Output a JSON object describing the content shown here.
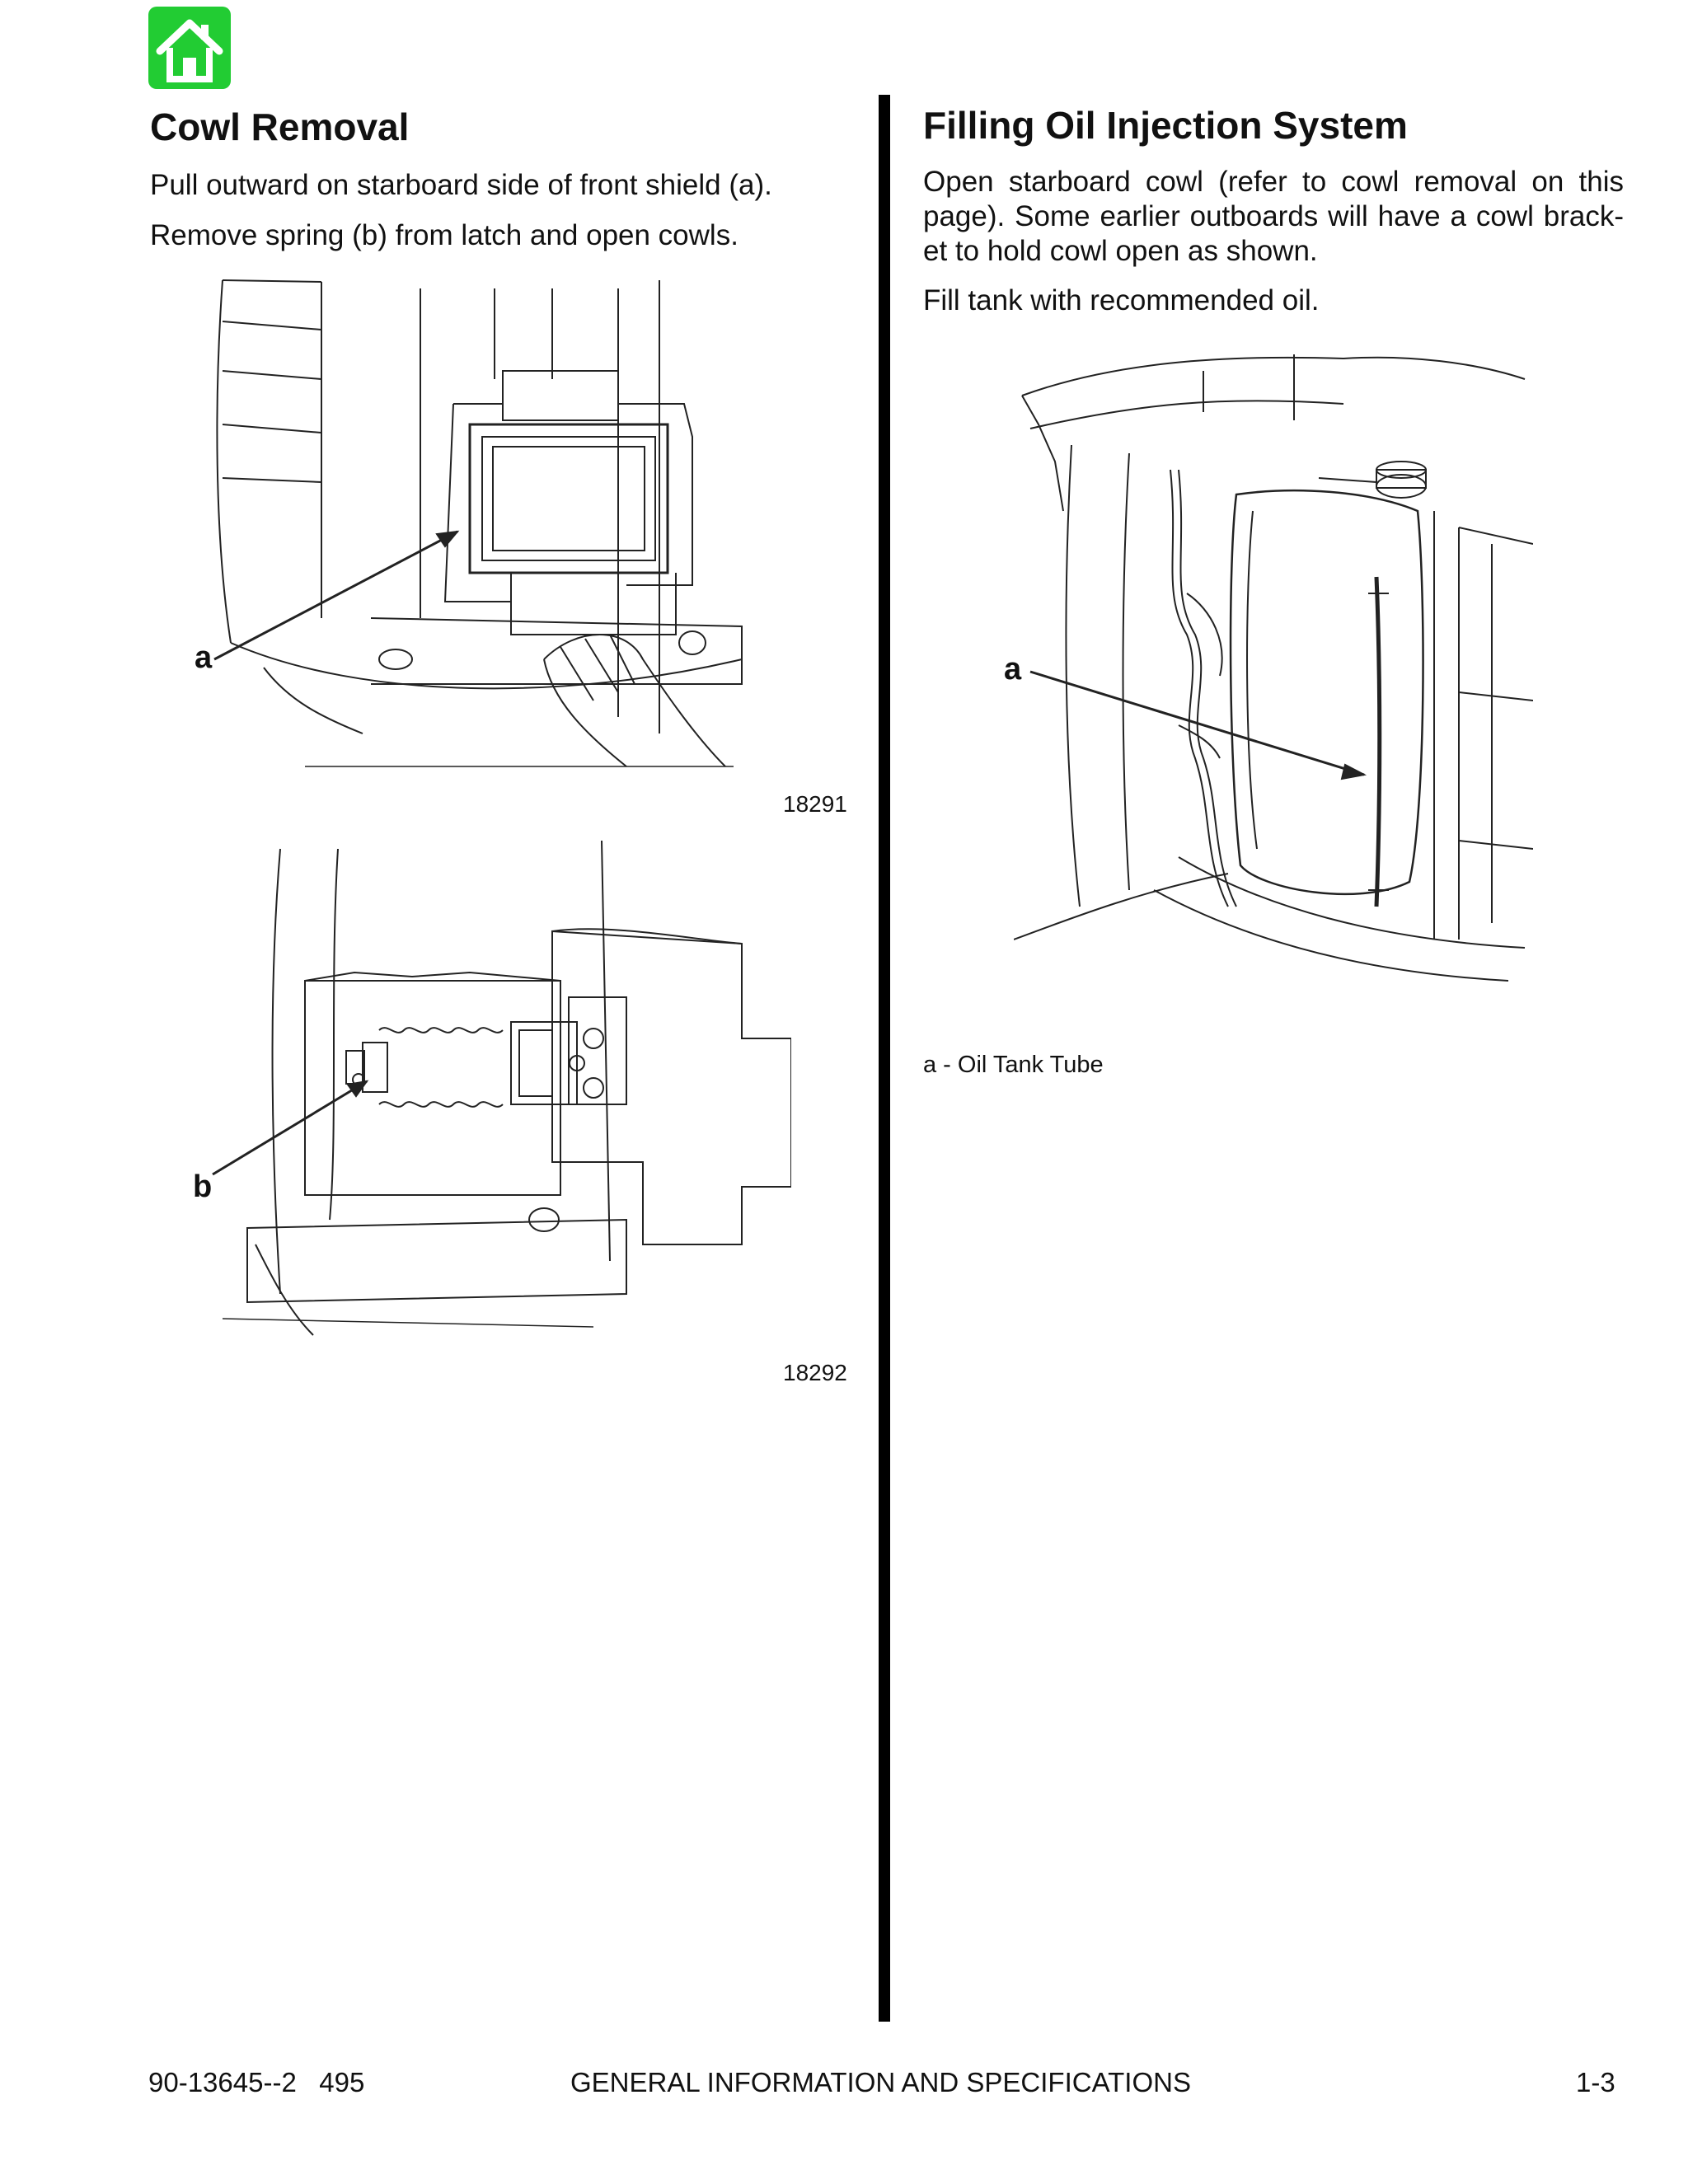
{
  "nav": {
    "home_icon": "home-icon",
    "accent_color": "#22cc33"
  },
  "left": {
    "title": "Cowl Removal",
    "paragraphs": [
      "Pull outward on starboard side of front shield (a).",
      "Remove spring (b) from latch and open cowls."
    ],
    "figure1": {
      "callout": "a",
      "number": "18291"
    },
    "figure2": {
      "callout": "b",
      "number": "18292"
    }
  },
  "right": {
    "title": "Filling Oil Injection System",
    "paragraphs": [
      "Open starboard cowl (refer to cowl removal on this page). Some earlier outboards will have a cowl brack-et to hold cowl open as shown.",
      "Fill tank with recommended oil."
    ],
    "figure": {
      "callout": "a"
    },
    "legend": "a - Oil Tank Tube"
  },
  "footer": {
    "doc_number": "90-13645--2   495",
    "section": "GENERAL INFORMATION AND SPECIFICATIONS",
    "page": "1-3"
  }
}
